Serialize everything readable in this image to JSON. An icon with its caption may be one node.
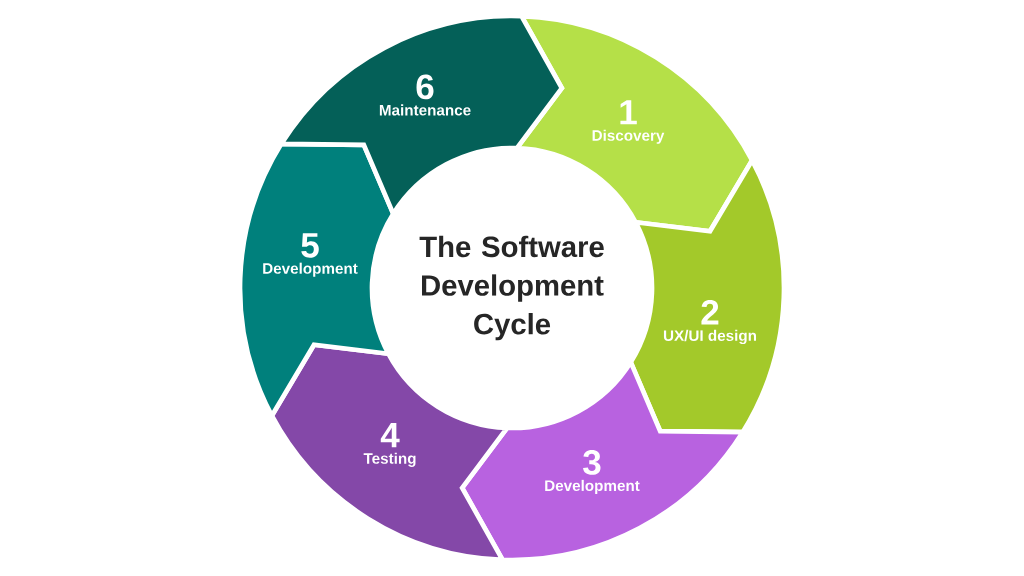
{
  "diagram": {
    "nodes": [
      {
        "text": [
          "The Software Development Cycle"
        ]
      },
      {
        "text": [
          "1",
          "Discovery"
        ]
      },
      {
        "text": [
          "2",
          "UX/UI design"
        ]
      },
      {
        "text": [
          "3",
          "Development"
        ]
      },
      {
        "text": [
          "4",
          "Testing"
        ]
      },
      {
        "text": [
          "5",
          "Development"
        ]
      },
      {
        "text": [
          "6",
          "Maintenance"
        ]
      }
    ]
  }
}
